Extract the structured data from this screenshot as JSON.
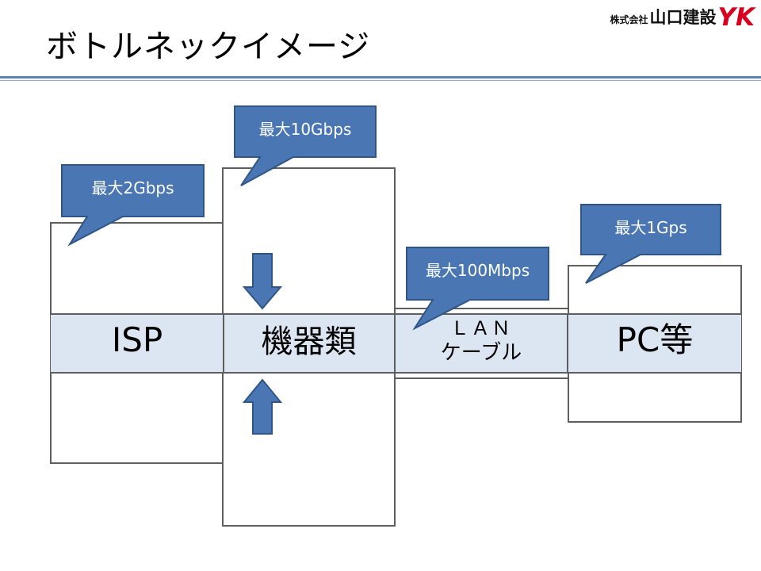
{
  "slide": {
    "title": "ボトルネックイメージ",
    "logo": {
      "company_prefix": "株式会社",
      "company_name": "山口建設",
      "mark": "YK"
    }
  },
  "segments": {
    "isp": "ISP",
    "device": "機器類",
    "lan_line1": "ＬＡＮ",
    "lan_line2": "ケーブル",
    "pc": "PC等"
  },
  "callouts": {
    "isp": "最大2Gbps",
    "device": "最大10Gbps",
    "lan": "最大100Mbps",
    "pc": "最大1Gps"
  },
  "colors": {
    "callout_fill": "#4a77b4",
    "callout_border": "#2e5586",
    "band_fill": "#dce5f2",
    "arrow_fill": "#4a77b4",
    "rule": "#5a82b4",
    "logo_mark": "#d8001c"
  }
}
